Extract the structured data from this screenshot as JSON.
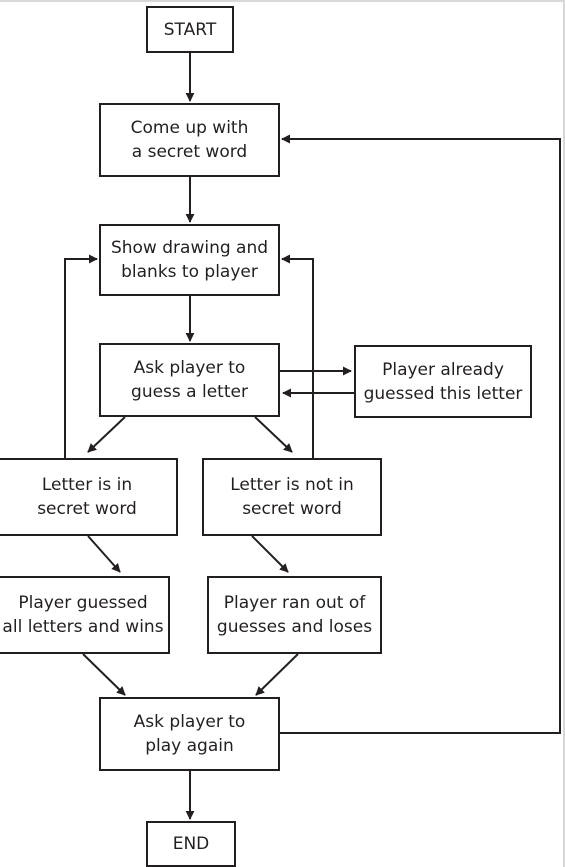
{
  "diagram": {
    "nodes": {
      "start": "START",
      "secret": "Come up with\na secret word",
      "show": "Show drawing and\nblanks to player",
      "ask": "Ask player to\nguess a letter",
      "already": "Player already\nguessed this letter",
      "in_word": "Letter is in\nsecret word",
      "not_in": "Letter is not in\nsecret word",
      "wins": "Player guessed\nall letters and wins",
      "loses": "Player ran out of\nguesses and loses",
      "again": "Ask player to\nplay again",
      "end": "END"
    }
  },
  "colors": {
    "line": "#231f20",
    "background": "#ffffff"
  }
}
